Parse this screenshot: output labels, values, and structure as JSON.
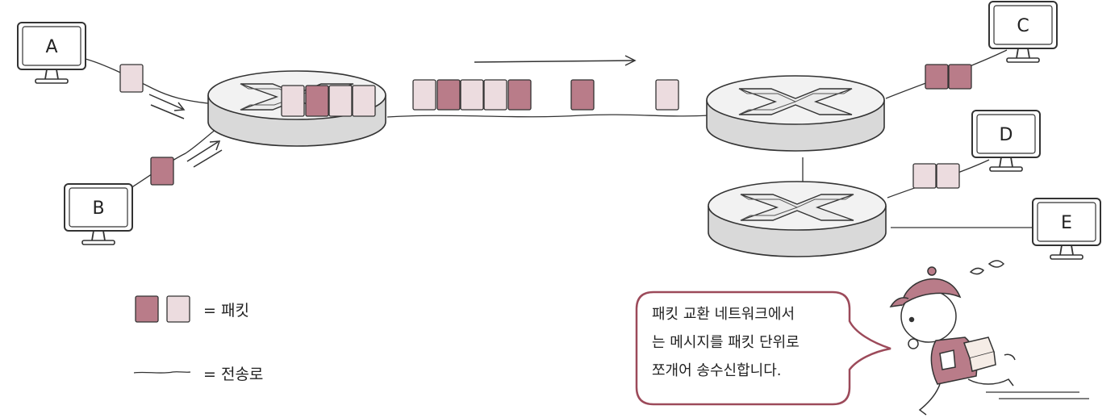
{
  "computers": [
    {
      "id": "A",
      "label": "A"
    },
    {
      "id": "B",
      "label": "B"
    },
    {
      "id": "C",
      "label": "C"
    },
    {
      "id": "D",
      "label": "D"
    },
    {
      "id": "E",
      "label": "E"
    }
  ],
  "legend": {
    "packet_label": "= 패킷",
    "link_label": "= 전송로"
  },
  "bubble": {
    "lines": [
      "패킷 교환 네트워크에서",
      "는 메시지를 패킷 단위로",
      "쪼개어 송수신합니다."
    ]
  },
  "colors": {
    "packet_dark": "#b97c89",
    "packet_light": "#ecdcdf",
    "bubble_border": "#9c4a5a",
    "cap": "#b97c89",
    "router_top": "#f2f2f2",
    "router_side": "#d9d9d9",
    "outline": "#333333"
  }
}
